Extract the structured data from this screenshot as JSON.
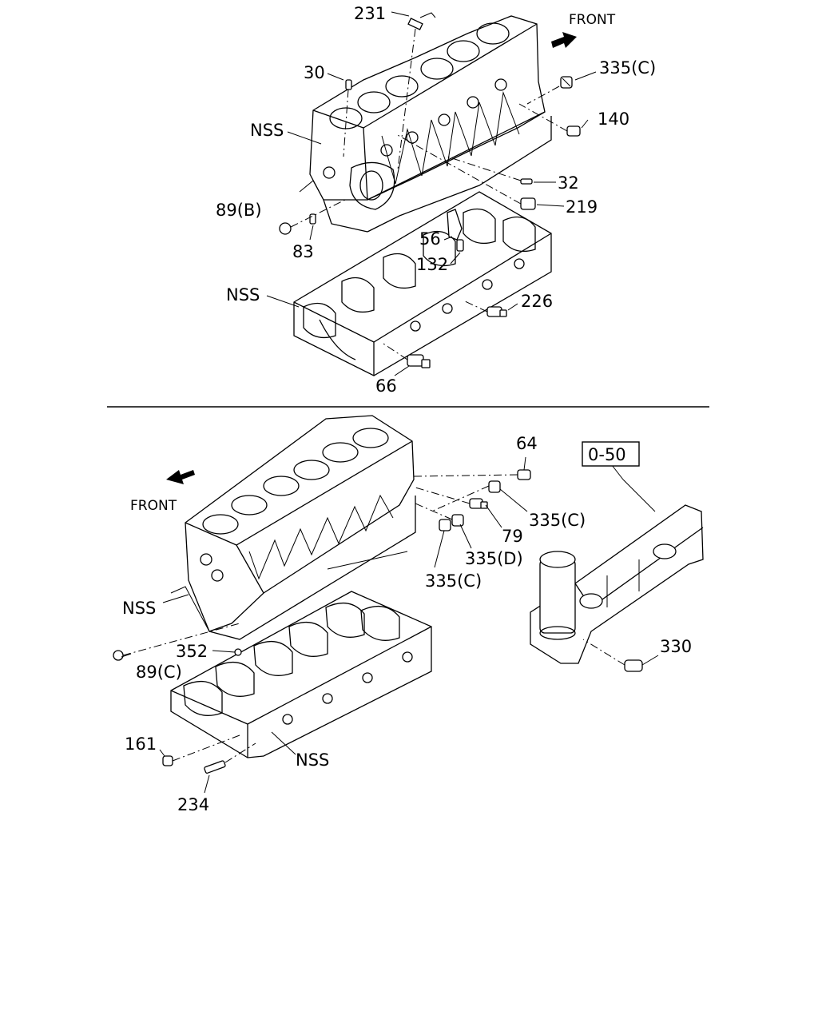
{
  "labels": {
    "top": {
      "front": "FRONT",
      "p231": "231",
      "p30": "30",
      "p335c_a": "335(C)",
      "nss_a": "NSS",
      "p140": "140",
      "p32": "32",
      "p219": "219",
      "p89b": "89(B)",
      "p83": "83",
      "p56": "56",
      "p132": "132",
      "nss_b": "NSS",
      "p226": "226",
      "p66": "66"
    },
    "bottom": {
      "front": "FRONT",
      "p64": "64",
      "ref_box": "0-50",
      "p335c_b": "335(C)",
      "p79": "79",
      "p335d": "335(D)",
      "p335c_c": "335(C)",
      "nss_c": "NSS",
      "p352": "352",
      "p89c": "89(C)",
      "p330": "330",
      "p161": "161",
      "nss_d": "NSS",
      "p234": "234"
    }
  }
}
